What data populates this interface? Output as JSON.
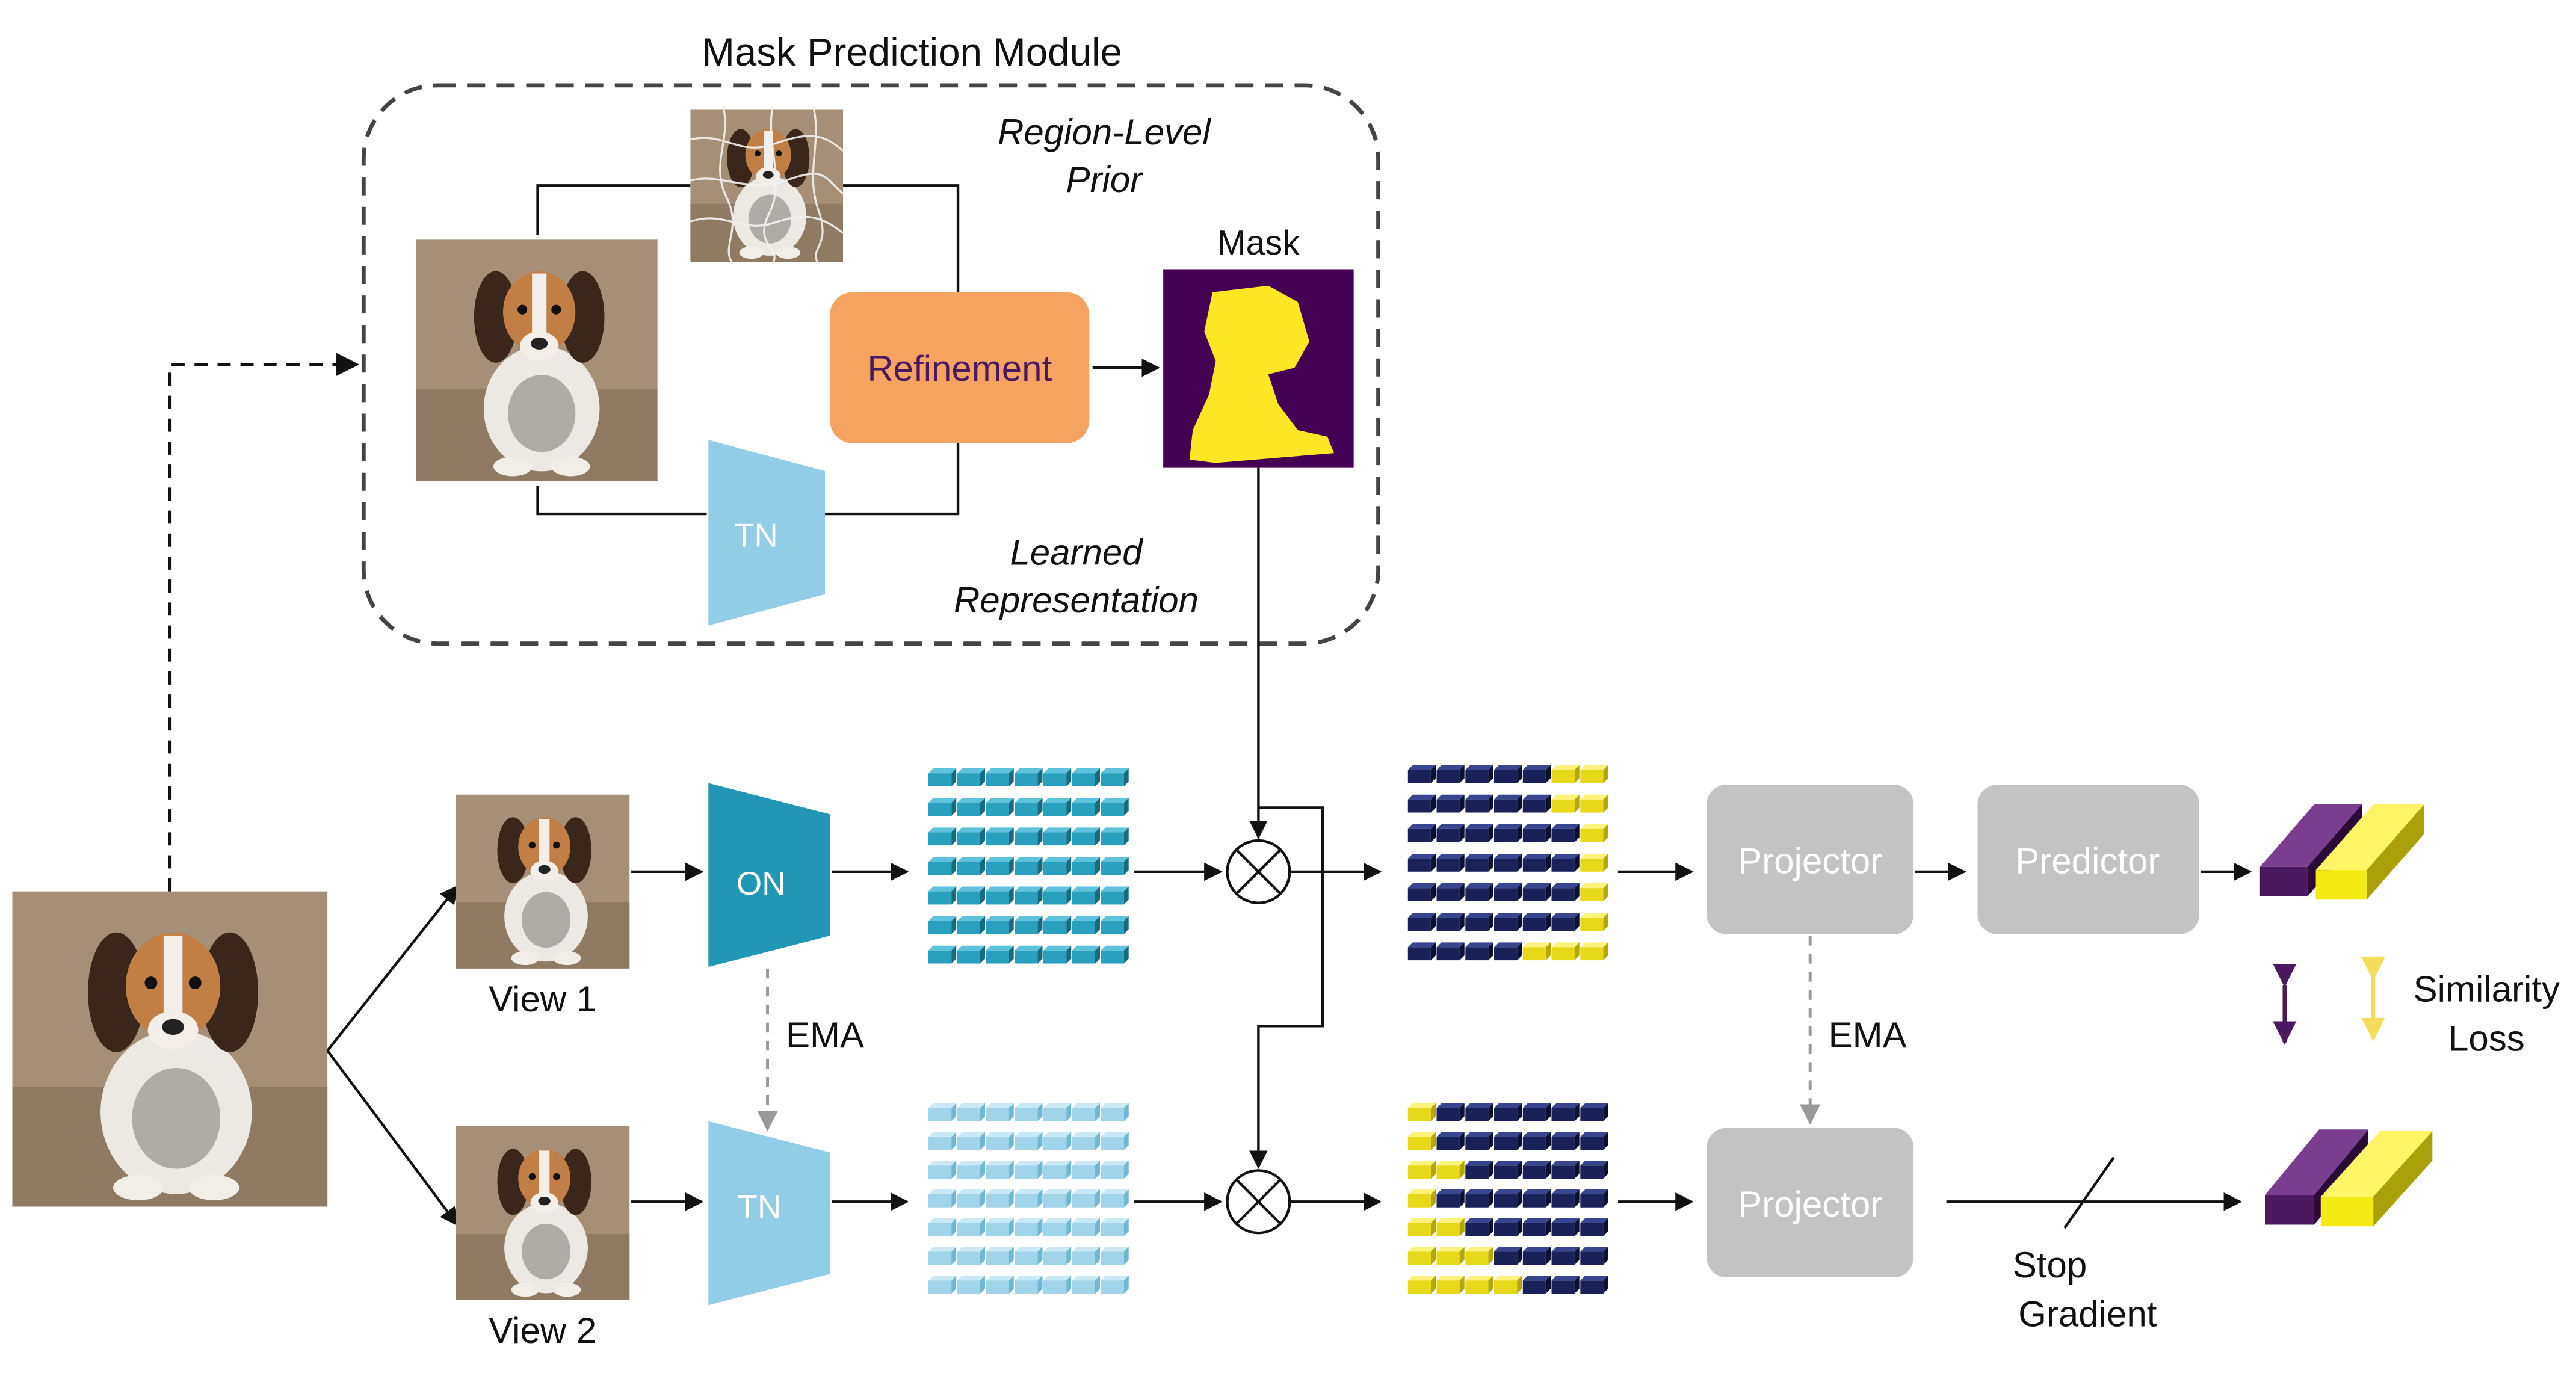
{
  "module": {
    "title": "Mask Prediction Module",
    "region_prior_line1": "Region-Level",
    "region_prior_line2": "Prior",
    "learned_line1": "Learned",
    "learned_line2": "Representation",
    "refinement_label": "Refinement",
    "mask_label": "Mask",
    "tn_label": "TN"
  },
  "views": {
    "view1": "View 1",
    "view2": "View 2"
  },
  "networks": {
    "online": "ON",
    "target": "TN"
  },
  "ema_left": "EMA",
  "ema_right": "EMA",
  "projector_top": "Projector",
  "projector_bottom": "Projector",
  "predictor": "Predictor",
  "stop_gradient_line1": "Stop",
  "stop_gradient_line2": "Gradient",
  "similarity_line1": "Similarity",
  "similarity_line2": "Loss",
  "colors": {
    "purple": "#4b1960",
    "yellow": "#f5ea14",
    "online_blue": "#2196b5",
    "target_blue": "#92cde8",
    "refinement": "#f4a460",
    "projector_gray": "#c3c3c3",
    "navy": "#1a2158",
    "mask_bg": "#440154",
    "mask_fg": "#fde725"
  }
}
